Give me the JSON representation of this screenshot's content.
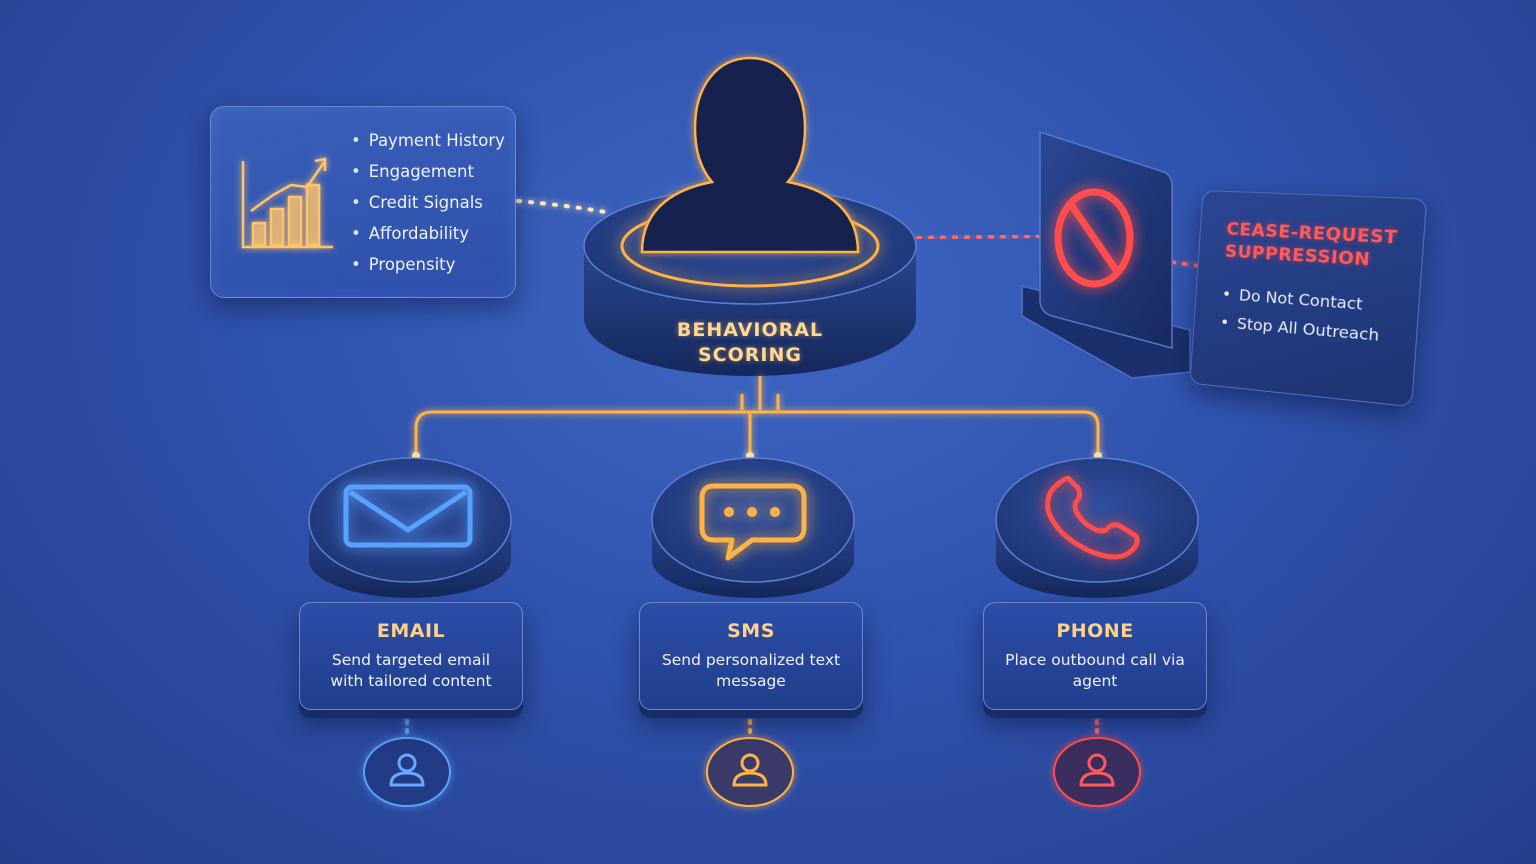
{
  "factors_panel": {
    "items": [
      "Payment History",
      "Engagement",
      "Credit Signals",
      "Affordability",
      "Propensity"
    ]
  },
  "scoring": {
    "line1": "BEHAVIORAL",
    "line2": "SCORING"
  },
  "cease_panel": {
    "title": "CEASE-REQUEST SUPPRESSION",
    "items": [
      "Do Not Contact",
      "Stop All Outreach"
    ]
  },
  "channels": [
    {
      "id": "email",
      "title": "EMAIL",
      "description": "Send targeted email with tailored content",
      "color": "#4a8dff",
      "icon": "envelope-icon"
    },
    {
      "id": "sms",
      "title": "SMS",
      "description": "Send personalized text message",
      "color": "#ffb347",
      "icon": "chat-bubble-icon"
    },
    {
      "id": "phone",
      "title": "PHONE",
      "description": "Place outbound call via agent",
      "color": "#ff4d4d",
      "icon": "phone-icon"
    }
  ],
  "colors": {
    "connector_gold": "#ffb347",
    "stop_red": "#ff4d4d",
    "email_blue": "#4a8dff",
    "background": "#2f52ad"
  }
}
